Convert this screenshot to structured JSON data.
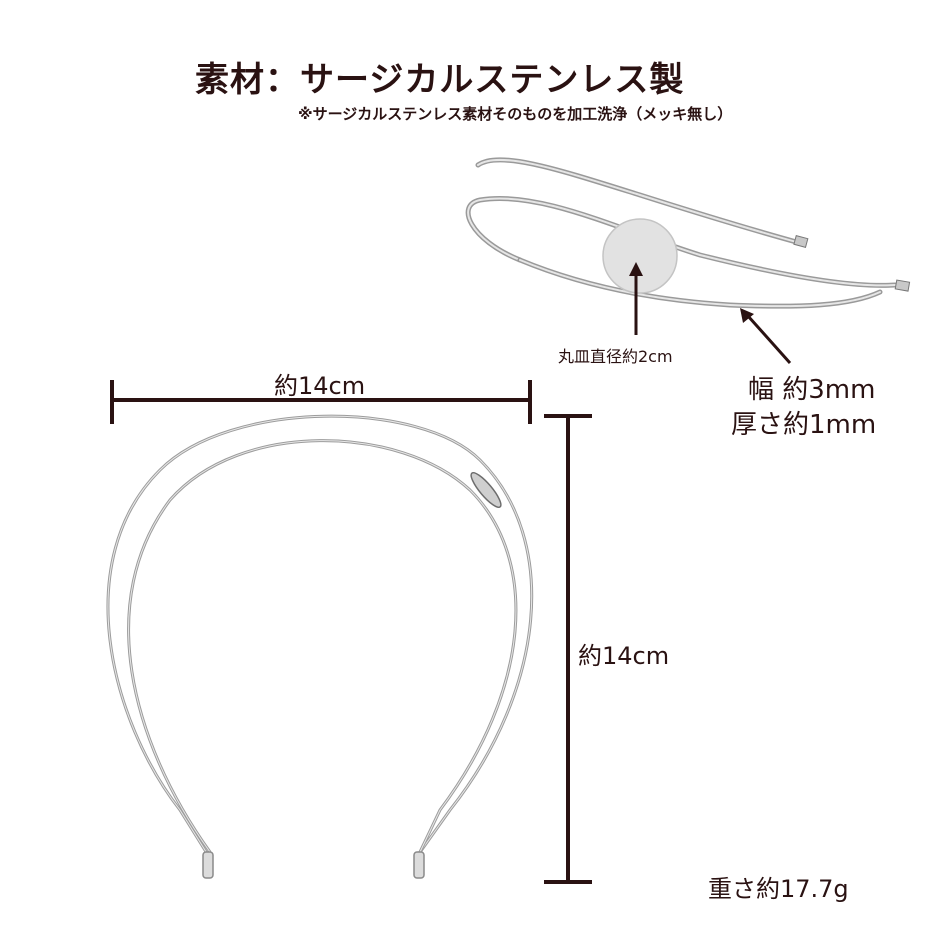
{
  "header": {
    "title": "素材：サージカルステンレス製",
    "note": "※サージカルステンレス素材そのものを加工洗浄（メッキ無し）"
  },
  "dimensions": {
    "width": "約14cm",
    "height": "約14cm",
    "plate_diameter": "丸皿直径約2cm",
    "band_width": "幅 約3mm",
    "band_thickness": "厚さ約1mm",
    "weight": "重さ約17.7g"
  },
  "colors": {
    "text": "#2a1212",
    "dimension_line": "#2a1212",
    "metal": "#b8b8b8",
    "metal_dark": "#8a8a8a",
    "background": "#ffffff"
  },
  "images": {
    "front_view": "headband-front-view",
    "angle_view": "headband-angle-view-with-plate"
  }
}
